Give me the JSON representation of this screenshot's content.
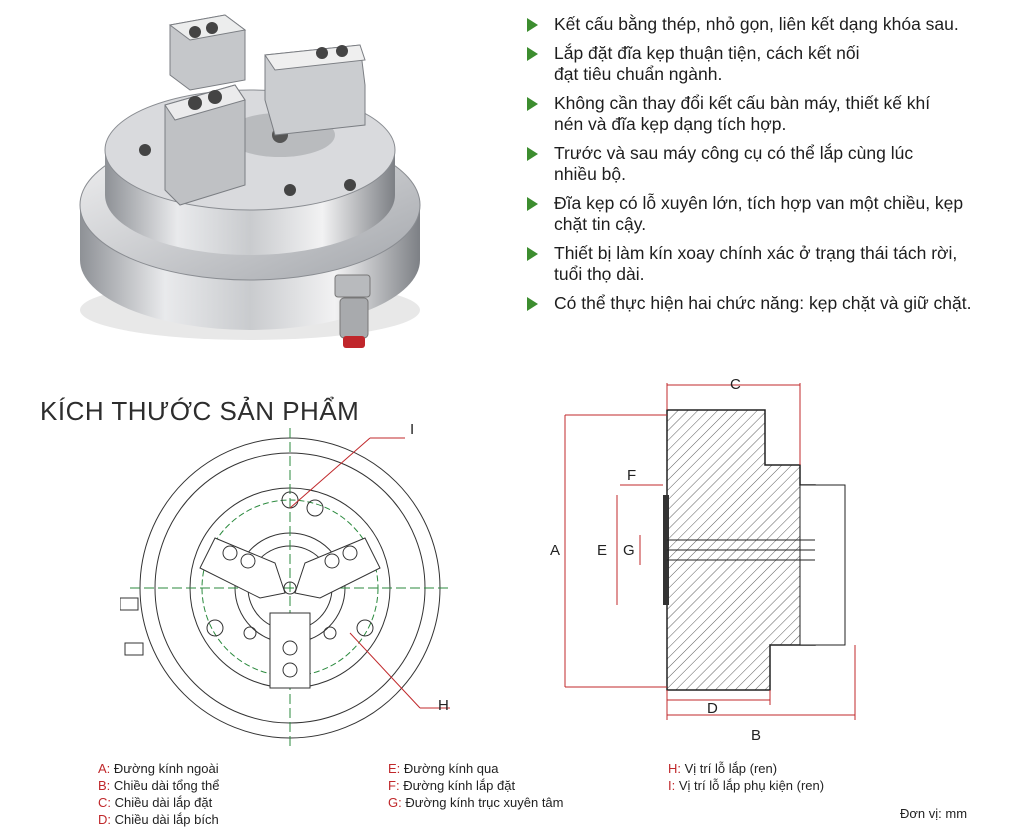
{
  "features": [
    "Kết cấu bằng thép, nhỏ gọn, liên kết dạng khóa sau.",
    "Lắp đặt đĩa kẹp thuận tiện, cách kết nối đạt tiêu chuẩn ngành.",
    "Không cần thay đổi kết cấu bàn máy, thiết kế khí nén và đĩa kẹp dạng tích hợp.",
    "Trước và sau máy công cụ có thể lắp cùng lúc nhiều bộ.",
    "Đĩa kẹp có lỗ xuyên lớn, tích hợp van một chiều, kẹp chặt tin cậy.",
    "Thiết bị làm kín xoay chính xác ở trạng thái tách rời, tuổi thọ dài.",
    "Có thể thực hiện hai chức năng: kẹp chặt và giữ chặt."
  ],
  "title": "KÍCH THƯỚC SẢN PHẨM",
  "front_labels": {
    "I": "I",
    "H": "H"
  },
  "section_labels": {
    "A": "A",
    "B": "B",
    "C": "C",
    "D": "D",
    "E": "E",
    "F": "F",
    "G": "G"
  },
  "legend": {
    "col1": [
      {
        "key": "A:",
        "text": "Đường kính ngoài"
      },
      {
        "key": "B:",
        "text": "Chiều dài tổng thể"
      },
      {
        "key": "C:",
        "text": "Chiều dài lắp đặt"
      },
      {
        "key": "D:",
        "text": "Chiều dài lắp bích"
      }
    ],
    "col2": [
      {
        "key": "E:",
        "text": "Đường kính qua"
      },
      {
        "key": "F:",
        "text": "Đường kính lắp đặt"
      },
      {
        "key": "G:",
        "text": "Đường kính trục xuyên tâm"
      }
    ],
    "col3": [
      {
        "key": "H:",
        "text": "Vị trí lỗ lắp (ren)"
      },
      {
        "key": "I:",
        "text": "Vị trí lỗ lắp phụ kiện (ren)"
      }
    ]
  },
  "unit": "Đơn vị: mm",
  "colors": {
    "bullet": "#3c8d2f",
    "label_red": "#c0282b"
  }
}
